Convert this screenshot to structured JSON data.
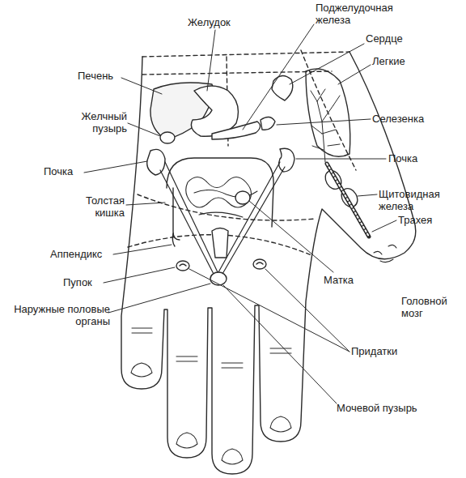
{
  "diagram": {
    "labels": [
      "Желудок",
      "Поджелудочная железа",
      "Сердце",
      "Легкие",
      "Печень",
      "Селезенка",
      "Желчный пузырь",
      "Почка",
      "Почка",
      "Щитовидная железа",
      "Толстая кишка",
      "Трахея",
      "Аппендикс",
      "Пупок",
      "Матка",
      "Головной мозг",
      "Наружные половые органы",
      "Придатки",
      "Мочевой пузырь"
    ]
  }
}
